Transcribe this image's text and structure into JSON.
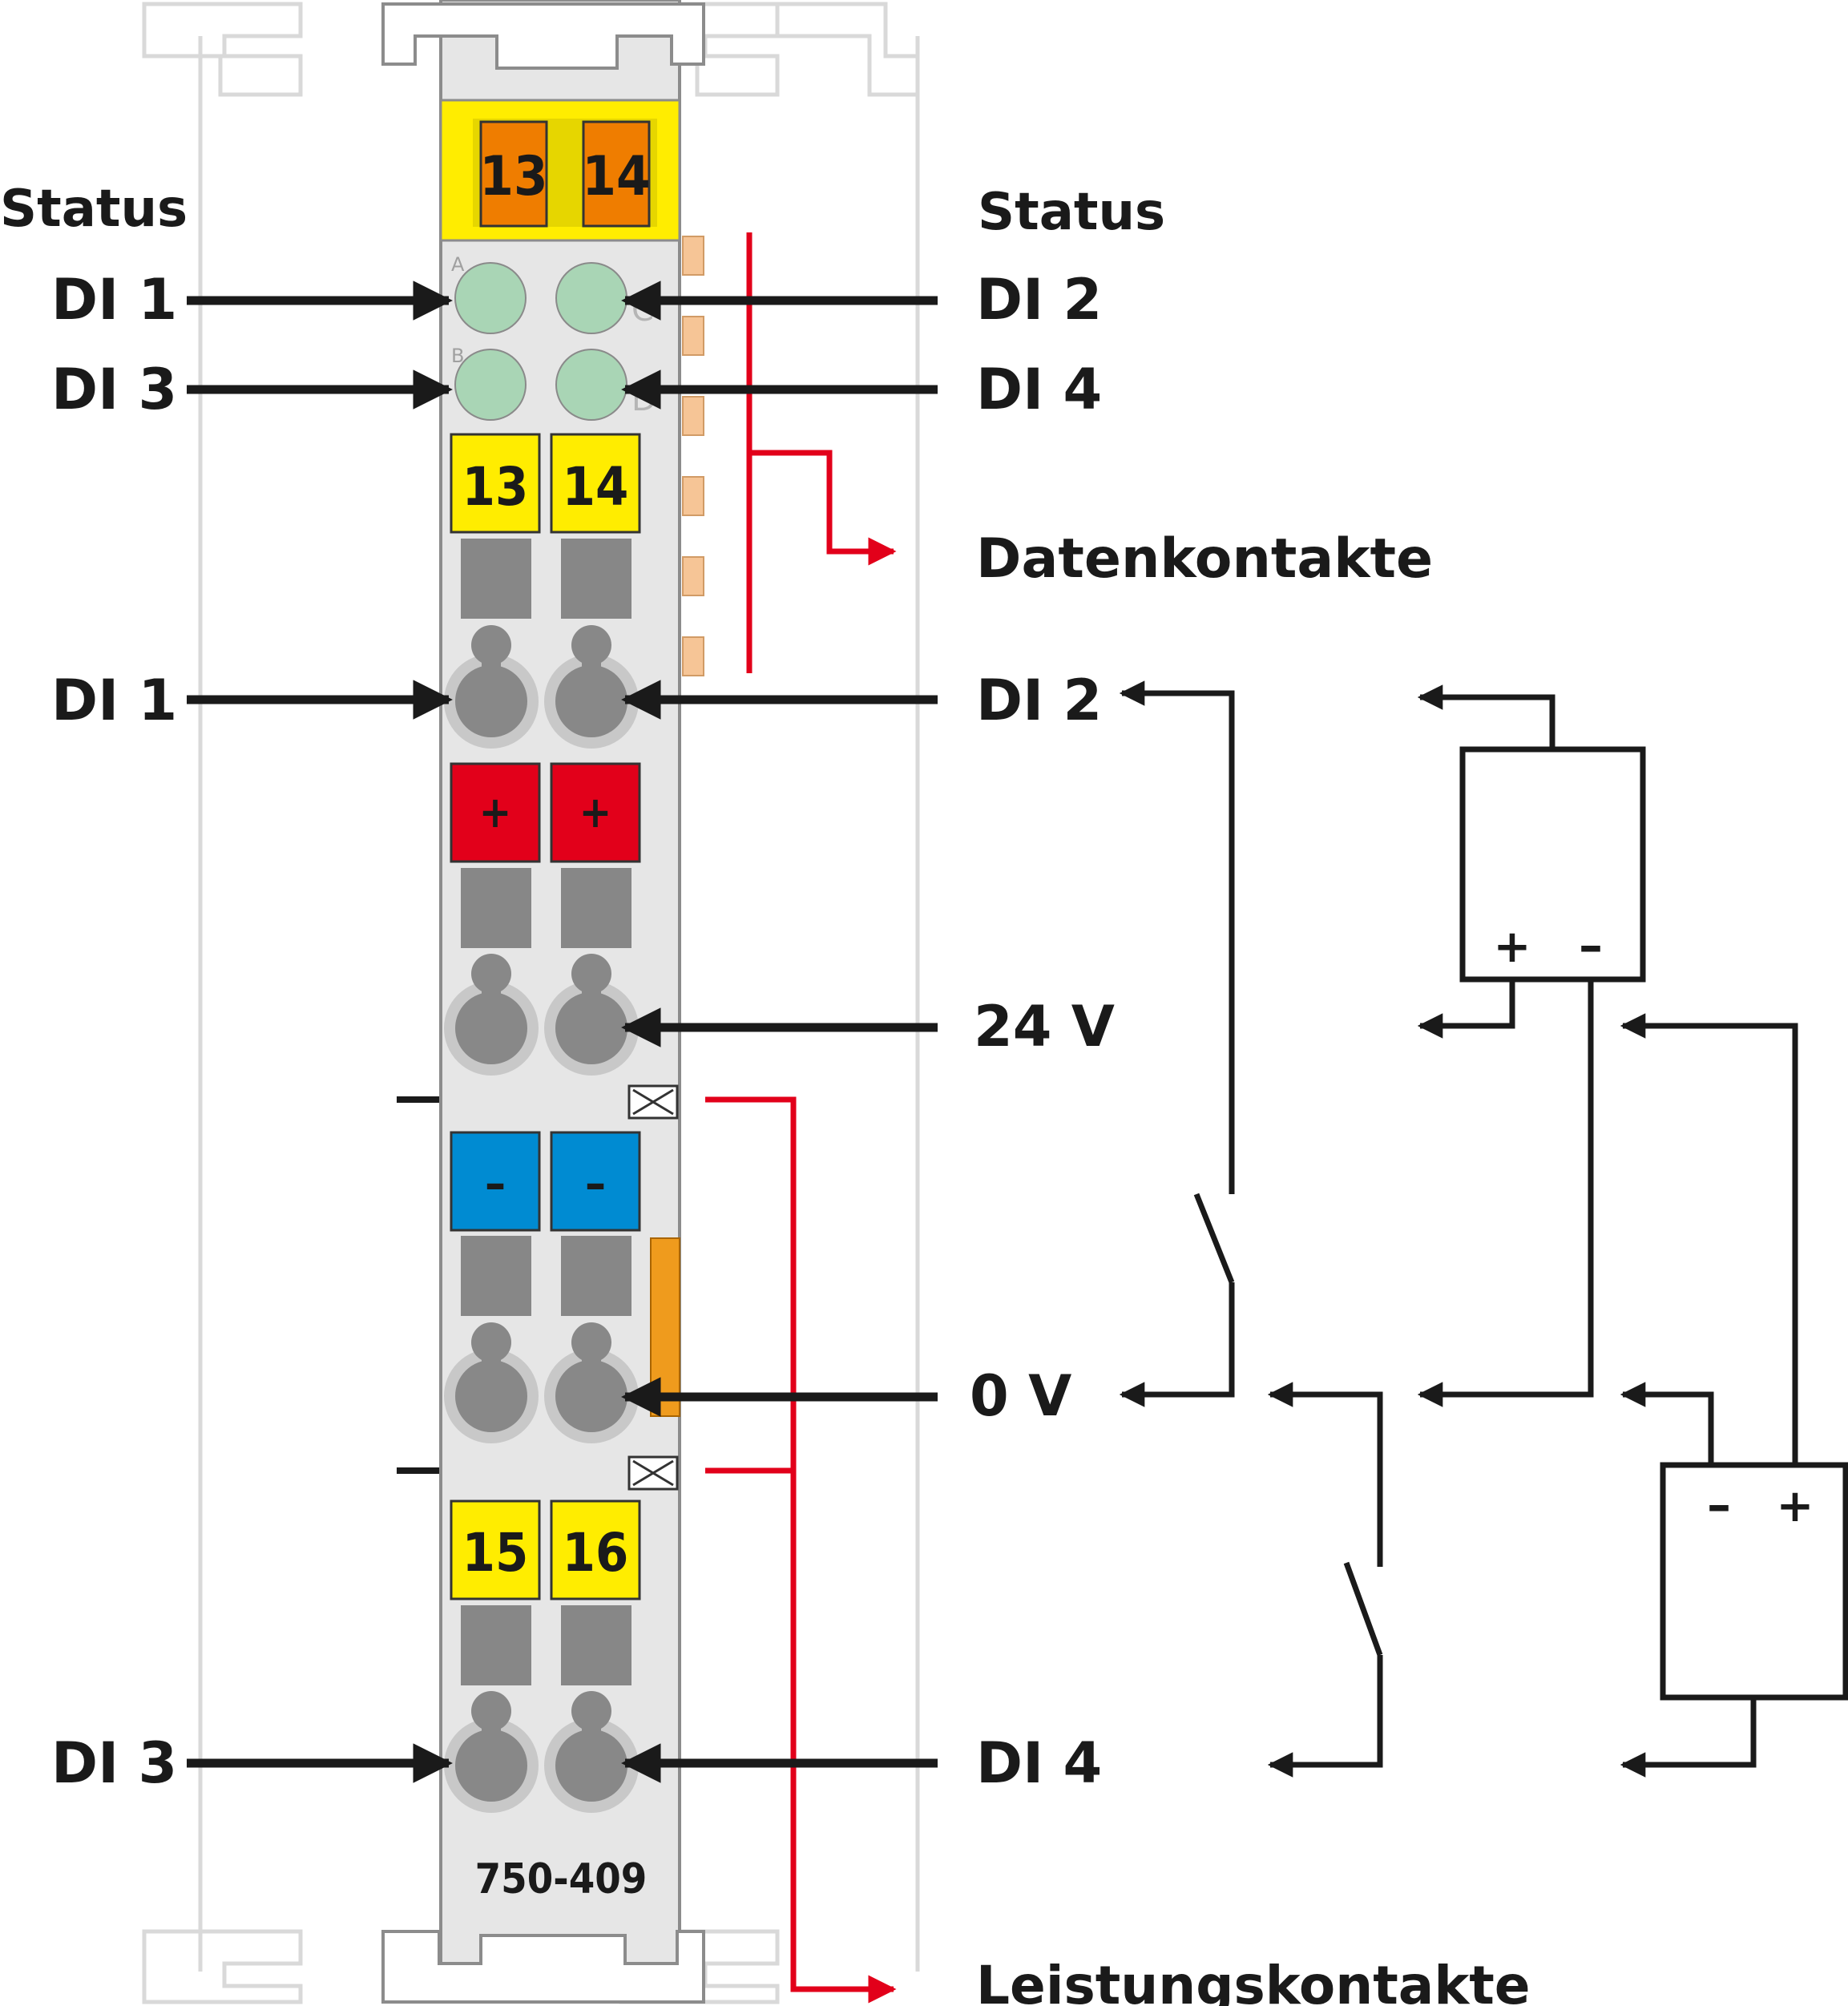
{
  "left_labels": {
    "status": "Status",
    "di1_led": "DI 1",
    "di3_led": "DI 3",
    "di1_terminal": "DI 1",
    "di3_terminal": "DI 3"
  },
  "right_labels": {
    "status": "Status",
    "di2_led": "DI 2",
    "di4_led": "DI 4",
    "datenkontakte": "Datenkontakte",
    "di2_terminal": "DI 2",
    "supply_24v": "24 V",
    "supply_0v": "0 V",
    "di4_terminal": "DI 4",
    "leistungskontakte": "Leistungskontakte"
  },
  "module": {
    "article_number": "750-409",
    "top_marker_left": "13",
    "top_marker_right": "14",
    "row1_left": "13",
    "row1_right": "14",
    "row2_left": "+",
    "row2_right": "+",
    "row3_left": "–",
    "row3_right": "–",
    "row4_left": "15",
    "row4_right": "16",
    "led_letter_a": "A",
    "led_letter_b": "B",
    "led_letter_c": "C",
    "led_letter_d": "D"
  },
  "supplies": {
    "upper_plus": "+",
    "upper_minus": "–",
    "lower_minus": "–",
    "lower_plus": "+"
  },
  "colors": {
    "module_body": "#e6e6e6",
    "marker_yellow": "#ffed00",
    "marker_orange": "#ef7d00",
    "terminal_red": "#e2001a",
    "terminal_blue": "#008bd2",
    "led_green": "#a9d5b5",
    "contact_line_red": "#e2001a",
    "arrow_black": "#1a1a1a"
  }
}
